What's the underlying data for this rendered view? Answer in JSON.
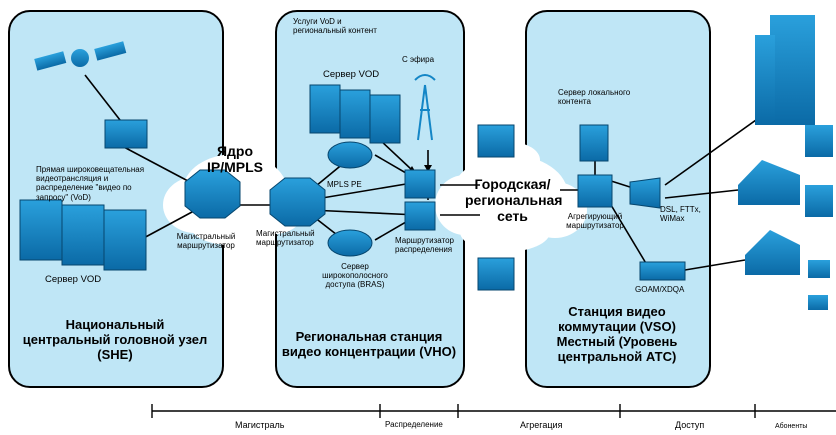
{
  "colors": {
    "panel": "#bfe6f6",
    "icon": "#1486c6",
    "icon_dark": "#0b5f93",
    "cloud": "#ffffff"
  },
  "she": {
    "title": "Национальный центральный головной узел (SHE)",
    "live_text": "Прямая широковещательная видеотрансляция и распределение \"видео по запросу\" (VoD)",
    "vod_server": "Сервер VOD",
    "core_router": "Магистральный маршрутизатор"
  },
  "core": {
    "label": "Ядро IP/MPLS"
  },
  "vho": {
    "title": "Региональная станция видео концентрации (VHO)",
    "services": "Услуги VoD и региональный контент",
    "vod_server": "Сервер VOD",
    "over_air": "С эфира",
    "mpls_pe": "MPLS PE",
    "core_router": "Магистральный маршрутизатор",
    "bras": "Сервер широкополосного доступа (BRAS)",
    "dist_router": "Маршрутизатор распределения"
  },
  "metro": {
    "label": "Городская/ региональная сеть"
  },
  "vso": {
    "title": "Станция видео коммутации (VSO) Местный (Уровень центральной АТС)",
    "local_server": "Сервер локального контента",
    "agg_router": "Агрегирующий маршрутизатор",
    "access": "DSL, FTTx, WiMax",
    "goam": "GOAM/XDQA"
  },
  "timeline": [
    "Магистраль",
    "Распределение",
    "Агрегация",
    "Доступ",
    "Абоненты"
  ]
}
